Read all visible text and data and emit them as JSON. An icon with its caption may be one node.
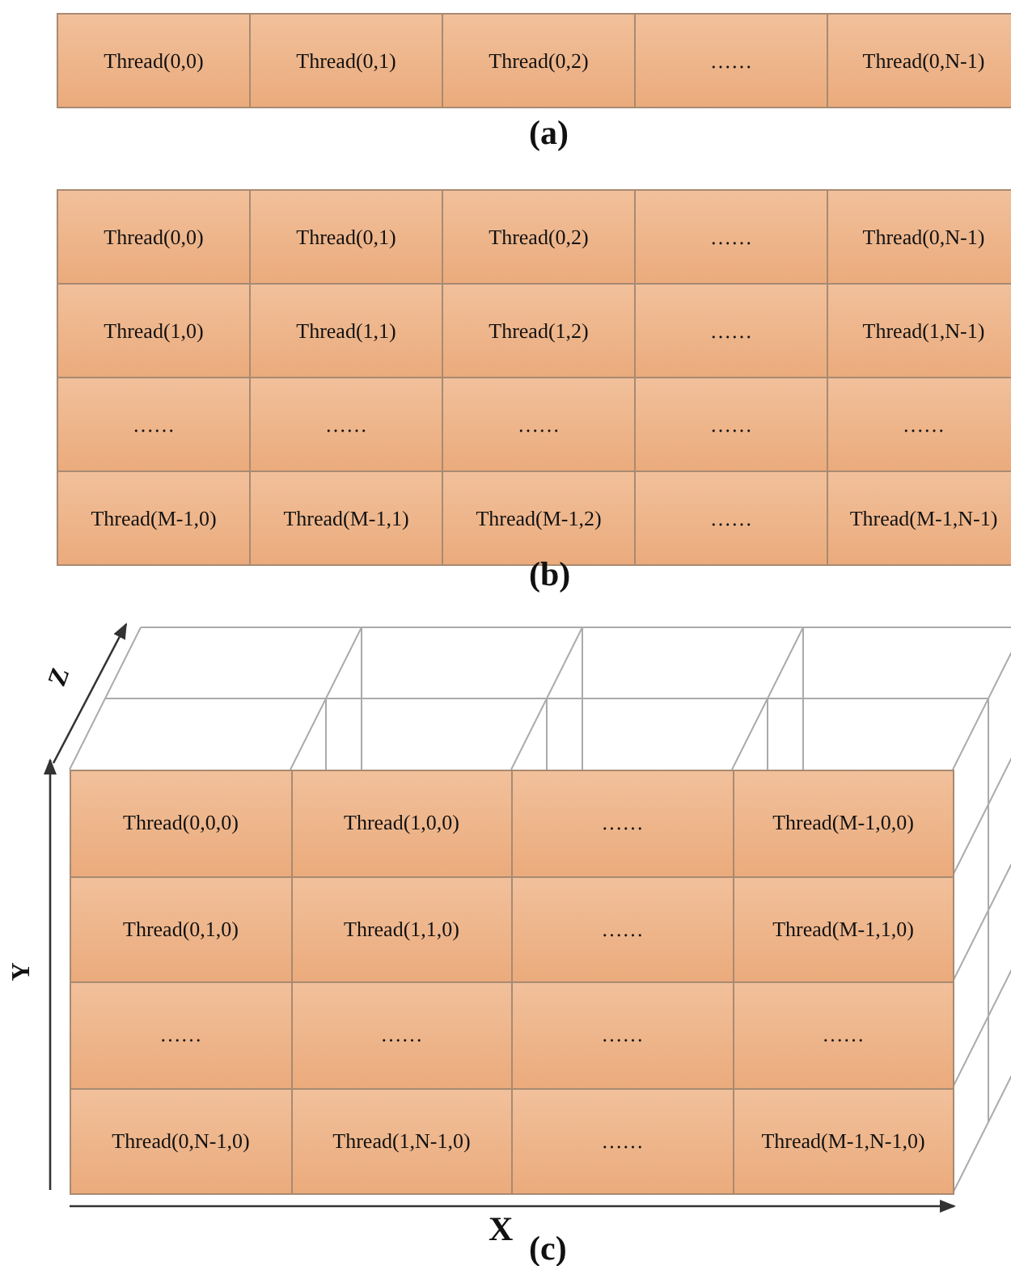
{
  "diagram": {
    "labels": [
      "Thread(0,0)",
      "Thread(0,1)",
      "Thread(0,2)",
      "……",
      "Thread(0,N-1)",
      "(a)",
      "Thread(0,0)",
      "Thread(0,1)",
      "Thread(0,2)",
      "……",
      "Thread(0,N-1)",
      "Thread(1,0)",
      "Thread(1,1)",
      "Thread(1,2)",
      "……",
      "Thread(1,N-1)",
      "……",
      "……",
      "……",
      "……",
      "……",
      "Thread(M-1,0)",
      "Thread(M-1,1)",
      "Thread(M-1,2)",
      "……",
      "Thread(M-1,N-1)",
      "(b)",
      "Z",
      "Y",
      "Thread(0,0,0)",
      "Thread(1,0,0)",
      "……",
      "Thread(M-1,0,0)",
      "Thread(0,1,0)",
      "Thread(1,1,0)",
      "……",
      "Thread(M-1,1,0)",
      "……",
      "……",
      "……",
      "……",
      "Thread(0,N-1,0)",
      "Thread(1,N-1,0)",
      "……",
      "Thread(M-1,N-1,0)",
      "X",
      "(c)"
    ]
  }
}
